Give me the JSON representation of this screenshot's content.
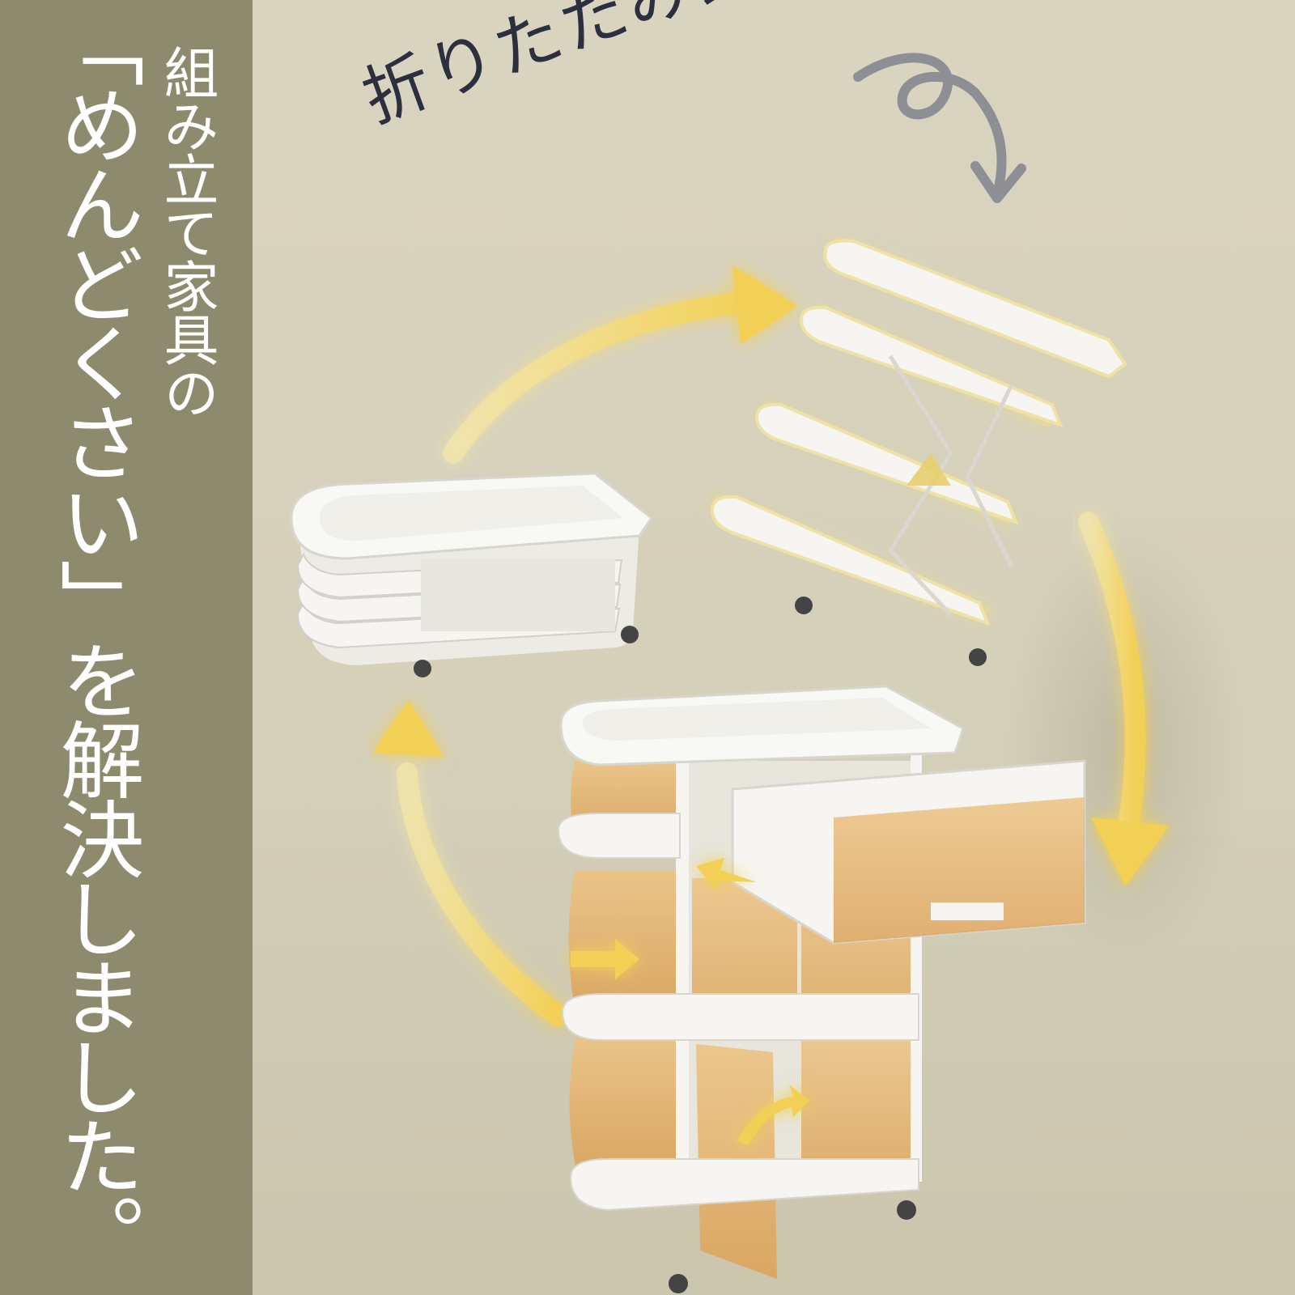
{
  "panel": {
    "heading_line1": "組み立て家具の",
    "heading_line2": "「めんどくさい」を解決しました。"
  },
  "caption": "折りたたみ式",
  "colors": {
    "panel_bg": "#8e8a6d",
    "scene_bg": "#d6d1bd",
    "caption_text": "#2b2f3e",
    "arrow_glow": "#f3d66a",
    "furniture_white": "#f6f5f1",
    "panel_amber": "#e6b774",
    "curl_gray": "#8d8f95"
  }
}
